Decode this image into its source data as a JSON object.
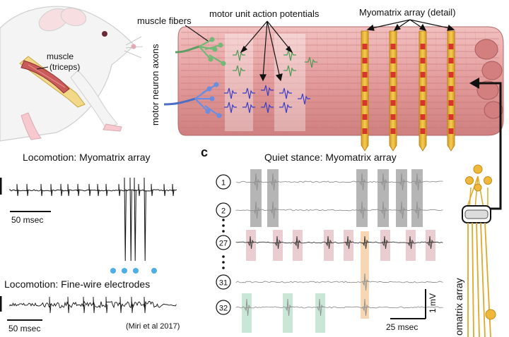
{
  "labels": {
    "muscle": "muscle",
    "triceps": "(triceps)",
    "muscle_fibers": "muscle fibers",
    "motor_unit_aps": "motor unit action potentials",
    "myomatrix_detail": "Myomatrix array (detail)",
    "motor_neuron_axons": "motor neuron axons"
  },
  "panel_b": {
    "top_title": "Locomotion: Myomatrix array",
    "top_scalebar": "50 msec",
    "bottom_title": "Locomotion: Fine-wire electrodes",
    "bottom_scalebar": "50 msec",
    "citation": "(Miri et al 2017)"
  },
  "panel_c": {
    "letter": "c",
    "title": "Quiet stance: Myomatrix array",
    "channels": [
      "1",
      "2",
      "27",
      "31",
      "32"
    ],
    "time_scalebar": "25 msec",
    "voltage_scalebar": "1 mV"
  },
  "device_label": "omatrix array",
  "colors": {
    "unit_gray": "#a8a8a8",
    "unit_pink": "#e6c4c8",
    "unit_orange": "#f5cfa6",
    "unit_green": "#bfe3cf",
    "event_dot": "#4aaee8",
    "muscle": "#e9a6a6",
    "electrode": "#e6b43a",
    "electrode_site": "#d8342c"
  }
}
